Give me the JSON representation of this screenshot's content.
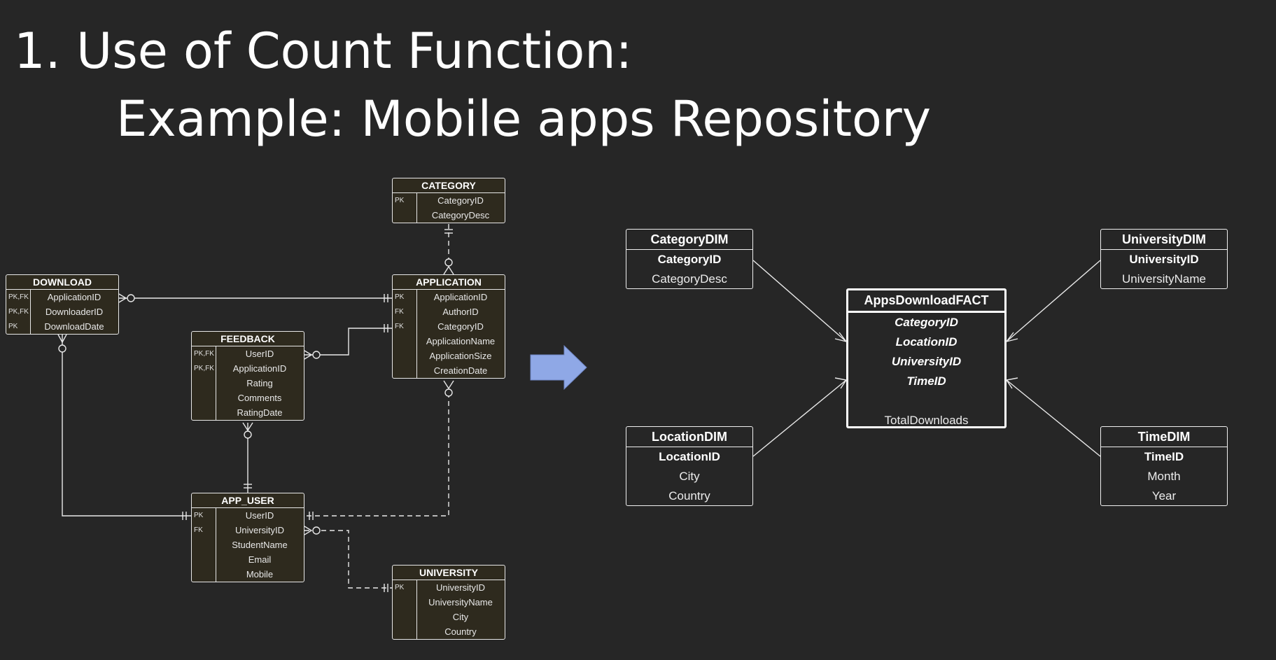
{
  "slide": {
    "title_line1": "1. Use of Count Function:",
    "title_line2": "Example: Mobile apps Repository"
  },
  "er_diagram": {
    "entities": {
      "category": {
        "name": "CATEGORY",
        "rows": [
          {
            "key": "PK",
            "field": "CategoryID"
          },
          {
            "key": "",
            "field": "CategoryDesc"
          }
        ]
      },
      "download": {
        "name": "DOWNLOAD",
        "rows": [
          {
            "key": "PK,FK",
            "field": "ApplicationID"
          },
          {
            "key": "PK,FK",
            "field": "DownloaderID"
          },
          {
            "key": "PK",
            "field": "DownloadDate"
          }
        ]
      },
      "application": {
        "name": "APPLICATION",
        "rows": [
          {
            "key": "PK",
            "field": "ApplicationID"
          },
          {
            "key": "FK",
            "field": "AuthorID"
          },
          {
            "key": "FK",
            "field": "CategoryID"
          },
          {
            "key": "",
            "field": "ApplicationName"
          },
          {
            "key": "",
            "field": "ApplicationSize"
          },
          {
            "key": "",
            "field": "CreationDate"
          }
        ]
      },
      "feedback": {
        "name": "FEEDBACK",
        "rows": [
          {
            "key": "PK,FK",
            "field": "UserID"
          },
          {
            "key": "PK,FK",
            "field": "ApplicationID"
          },
          {
            "key": "",
            "field": "Rating"
          },
          {
            "key": "",
            "field": "Comments"
          },
          {
            "key": "",
            "field": "RatingDate"
          }
        ]
      },
      "app_user": {
        "name": "APP_USER",
        "rows": [
          {
            "key": "PK",
            "field": "UserID"
          },
          {
            "key": "FK",
            "field": "UniversityID"
          },
          {
            "key": "",
            "field": "StudentName"
          },
          {
            "key": "",
            "field": "Email"
          },
          {
            "key": "",
            "field": "Mobile"
          }
        ]
      },
      "university": {
        "name": "UNIVERSITY",
        "rows": [
          {
            "key": "PK",
            "field": "UniversityID"
          },
          {
            "key": "",
            "field": "UniversityName"
          },
          {
            "key": "",
            "field": "City"
          },
          {
            "key": "",
            "field": "Country"
          }
        ]
      }
    }
  },
  "arrow": {
    "color": "#8fa8e6"
  },
  "star_schema": {
    "fact": {
      "name": "AppsDownloadFACT",
      "keys": [
        "CategoryID",
        "LocationID",
        "UniversityID",
        "TimeID"
      ],
      "measures": [
        "TotalDownloads"
      ]
    },
    "dimensions": {
      "category": {
        "name": "CategoryDIM",
        "key": "CategoryID",
        "attributes": [
          "CategoryDesc"
        ]
      },
      "location": {
        "name": "LocationDIM",
        "key": "LocationID",
        "attributes": [
          "City",
          "Country"
        ]
      },
      "university": {
        "name": "UniversityDIM",
        "key": "UniversityID",
        "attributes": [
          "UniversityName"
        ]
      },
      "time": {
        "name": "TimeDIM",
        "key": "TimeID",
        "attributes": [
          "Month",
          "Year"
        ]
      }
    }
  }
}
